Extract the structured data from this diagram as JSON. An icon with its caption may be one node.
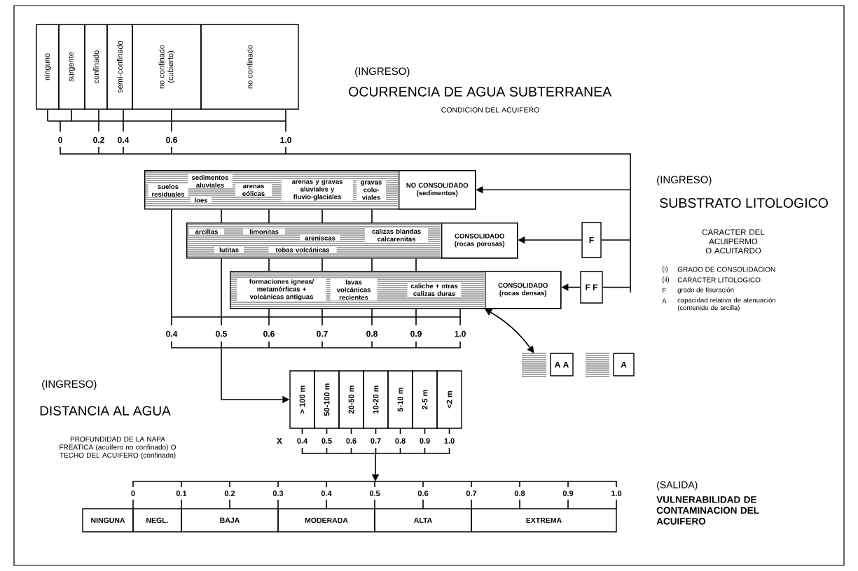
{
  "diagram": {
    "nodes": [
      {
        "text": [
          "ninguno"
        ]
      },
      {
        "text": [
          "surgente"
        ]
      },
      {
        "text": [
          "confinado"
        ]
      },
      {
        "text": [
          "semi-confinado"
        ]
      },
      {
        "text": [
          "no confinado (cubierto)"
        ]
      },
      {
        "text": [
          "no confinado"
        ]
      },
      {
        "text": [
          "suelos residuales",
          "sedimentos aluviales",
          "loes",
          "arenas eólicas",
          "arenas y gravas aluviales y fluvio-glaciales",
          "gravas colu- viales"
        ]
      },
      {
        "text": [
          "NO CONSOLIDADO (sedimentos)"
        ],
        "in": 6
      },
      {
        "text": [
          "arcillas",
          "limonitas",
          "areniscas",
          "calizas blandas calcarenitas",
          "lutitas",
          "tobas volcánicas"
        ]
      },
      {
        "text": [
          "CONSOLIDADO (rocas porosas)"
        ],
        "in": 8
      },
      {
        "text": [
          "formaciones igneas/ metamórficas + volcánicas antiguas",
          "lavas volcánicas recientes",
          "caliche + otras calizas duras"
        ]
      },
      {
        "text": [
          "CONSOLIDADO (rocas densas)"
        ],
        "in": 10
      },
      {
        "text": [
          "F"
        ]
      },
      {
        "text": [
          "F F"
        ]
      },
      {
        "text": [],
        "shape": "box"
      },
      {
        "text": [
          "A A"
        ]
      },
      {
        "text": [],
        "shape": "box"
      },
      {
        "text": [
          "A"
        ]
      },
      {
        "text": [
          "> 100 m"
        ]
      },
      {
        "text": [
          "50-100 m"
        ]
      },
      {
        "text": [
          "20-50 m"
        ]
      },
      {
        "text": [
          "10-20 m"
        ]
      },
      {
        "text": [
          "5-10 m"
        ]
      },
      {
        "text": [
          "2-5 m"
        ]
      },
      {
        "text": [
          "<2 m"
        ]
      },
      {
        "text": [
          "NINGUNA"
        ]
      },
      {
        "text": [
          "NEGL."
        ]
      },
      {
        "text": [
          "BAJA"
        ]
      },
      {
        "text": [
          "MODERADA"
        ]
      },
      {
        "text": [
          "ALTA"
        ]
      },
      {
        "text": [
          "EXTREMA"
        ]
      },
      {
        "text": [],
        "shape": "bar"
      }
    ],
    "edges": [
      {
        "from": null,
        "to": 7,
        "arrow": "to"
      },
      {
        "from": null,
        "to": 12,
        "arrow": "none"
      },
      {
        "from": 12,
        "to": 9,
        "arrow": "to"
      },
      {
        "from": null,
        "to": 13,
        "arrow": "none"
      },
      {
        "from": 13,
        "to": 11,
        "arrow": "to"
      },
      {
        "from": 11,
        "to": 14,
        "arrow": "both"
      },
      {
        "from": 31,
        "to": 18,
        "arrow": "to"
      },
      {
        "from": 6,
        "to": 8,
        "arrow": "none"
      },
      {
        "from": 6,
        "to": 8,
        "arrow": "none"
      },
      {
        "from": 6,
        "to": 8,
        "arrow": "none"
      },
      {
        "from": 6,
        "to": 8,
        "arrow": "none"
      },
      {
        "from": 8,
        "to": 10,
        "arrow": "none"
      },
      {
        "from": 8,
        "to": 10,
        "arrow": "none"
      },
      {
        "from": 8,
        "to": 10,
        "arrow": "none"
      },
      {
        "from": 8,
        "to": 10,
        "arrow": "none"
      }
    ],
    "labels": [
      "(INGRESO)",
      "OCURRENCIA DE AGUA SUBTERRANEA",
      "CONDICION DEL ACUIFERO",
      "0",
      "0.2",
      "0.4",
      "0.6",
      "1.0",
      "(INGRESO)",
      "SUBSTRATO LITOLOGICO",
      "CARACTER DEL ACUIPERMO O ACUITARDO",
      "(i)",
      "GRADO DE CONSOLIDACION",
      "(ii)",
      "CARACTER LITOLOGICO",
      "F",
      "grado de fisuración",
      "A",
      "capacidad relativa de atenuación (contenido de arcilla)",
      "0.4",
      "0.5",
      "0.6",
      "0.7",
      "0.8",
      "0.9",
      "1.0",
      "(INGRESO)",
      "DISTANCIA AL AGUA",
      "PROFUNDIDAD DE LA NAPA FREATICA (acuífero no confinado) O TECHO DEL ACUIFERO (confinado)",
      "X",
      "0.4",
      "0.5",
      "0.6",
      "0.7",
      "0.8",
      "0.9",
      "1.0",
      "0",
      "0.1",
      "0.2",
      "0.3",
      "0.4",
      "0.5",
      "0.6",
      "0.7",
      "0.8",
      "0.9",
      "1.0",
      "(SALIDA)",
      "VULNERABILIDAD DE CONTAMINACION DEL ACUIFERO"
    ]
  }
}
